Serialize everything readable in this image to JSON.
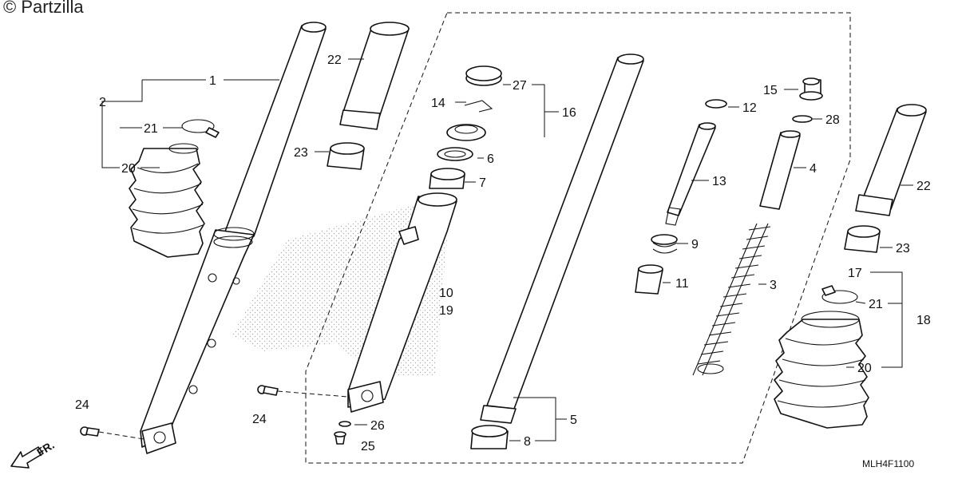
{
  "watermark": "© Partzilla",
  "drawing_code": "MLH4F1100",
  "direction_label": "FR.",
  "callouts": {
    "c1": "1",
    "c2": "2",
    "c3": "3",
    "c4": "4",
    "c5": "5",
    "c6": "6",
    "c7": "7",
    "c8": "8",
    "c9": "9",
    "c10": "10",
    "c11": "11",
    "c12": "12",
    "c13": "13",
    "c14": "14",
    "c15": "15",
    "c16": "16",
    "c17": "17",
    "c18": "18",
    "c19": "19",
    "c20a": "20",
    "c20b": "20",
    "c21a": "21",
    "c21b": "21",
    "c22a": "22",
    "c22b": "22",
    "c23a": "23",
    "c23b": "23",
    "c24a": "24",
    "c24b": "24",
    "c25": "25",
    "c26": "26",
    "c27": "27",
    "c28": "28"
  }
}
